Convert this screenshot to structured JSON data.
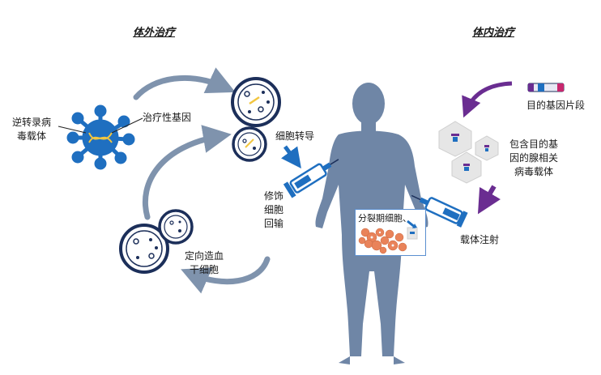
{
  "headings": {
    "ex_vivo": "体外治疗",
    "in_vivo": "体内治疗"
  },
  "labels": {
    "retroviral_vector": [
      "逆转录病",
      "毒载体"
    ],
    "therapeutic_gene": "治疗性基因",
    "cell_transduction": "细胞转导",
    "modified_cell_reinfusion": [
      "修饰",
      "细胞",
      "回输"
    ],
    "hematopoietic_stem_cells": [
      "定向造血",
      "干细胞"
    ],
    "dividing_cells": "分裂期细胞、",
    "target_gene_fragment": "目的基因片段",
    "aav_vector": [
      "包含目的基",
      "因的腺相关",
      "病毒载体"
    ],
    "vector_injection": "载体注射"
  },
  "colors": {
    "body_silhouette": "#6f86a6",
    "vector_blue": "#1f6fc0",
    "dish_navy": "#1c2f5a",
    "arrow_gray": "#7f93ad",
    "arrow_purple": "#6a2d91",
    "syringe_blue": "#1f6fc0",
    "cell_orange": "#e9835a"
  }
}
